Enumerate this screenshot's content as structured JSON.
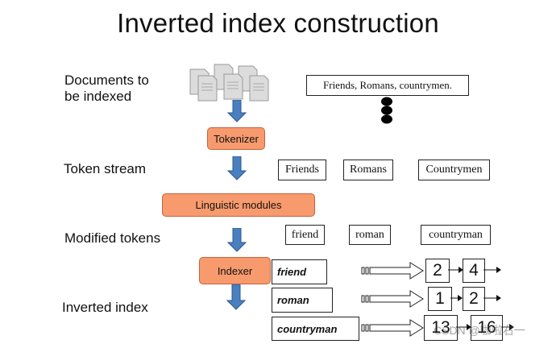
{
  "title": "Inverted index construction",
  "stages": {
    "documents": "Documents to\nbe indexed",
    "token_stream": "Token stream",
    "modified_tokens": "Modified tokens",
    "inverted_index": "Inverted index"
  },
  "modules": {
    "tokenizer": "Tokenizer",
    "linguistic": "Linguistic modules",
    "indexer": "Indexer"
  },
  "input_text": "Friends, Romans, countrymen.",
  "tokens": [
    "Friends",
    "Romans",
    "Countrymen"
  ],
  "modified": [
    "friend",
    "roman",
    "countryman"
  ],
  "index": [
    {
      "term": "friend",
      "postings": [
        "2",
        "4"
      ]
    },
    {
      "term": "roman",
      "postings": [
        "1",
        "2"
      ]
    },
    {
      "term": "countryman",
      "postings": [
        "13",
        "16"
      ]
    }
  ],
  "watermark": "CSDN @咖啦右一",
  "colors": {
    "module_fill": "#f79a6e",
    "arrow_fill": "#4a7fc0"
  }
}
